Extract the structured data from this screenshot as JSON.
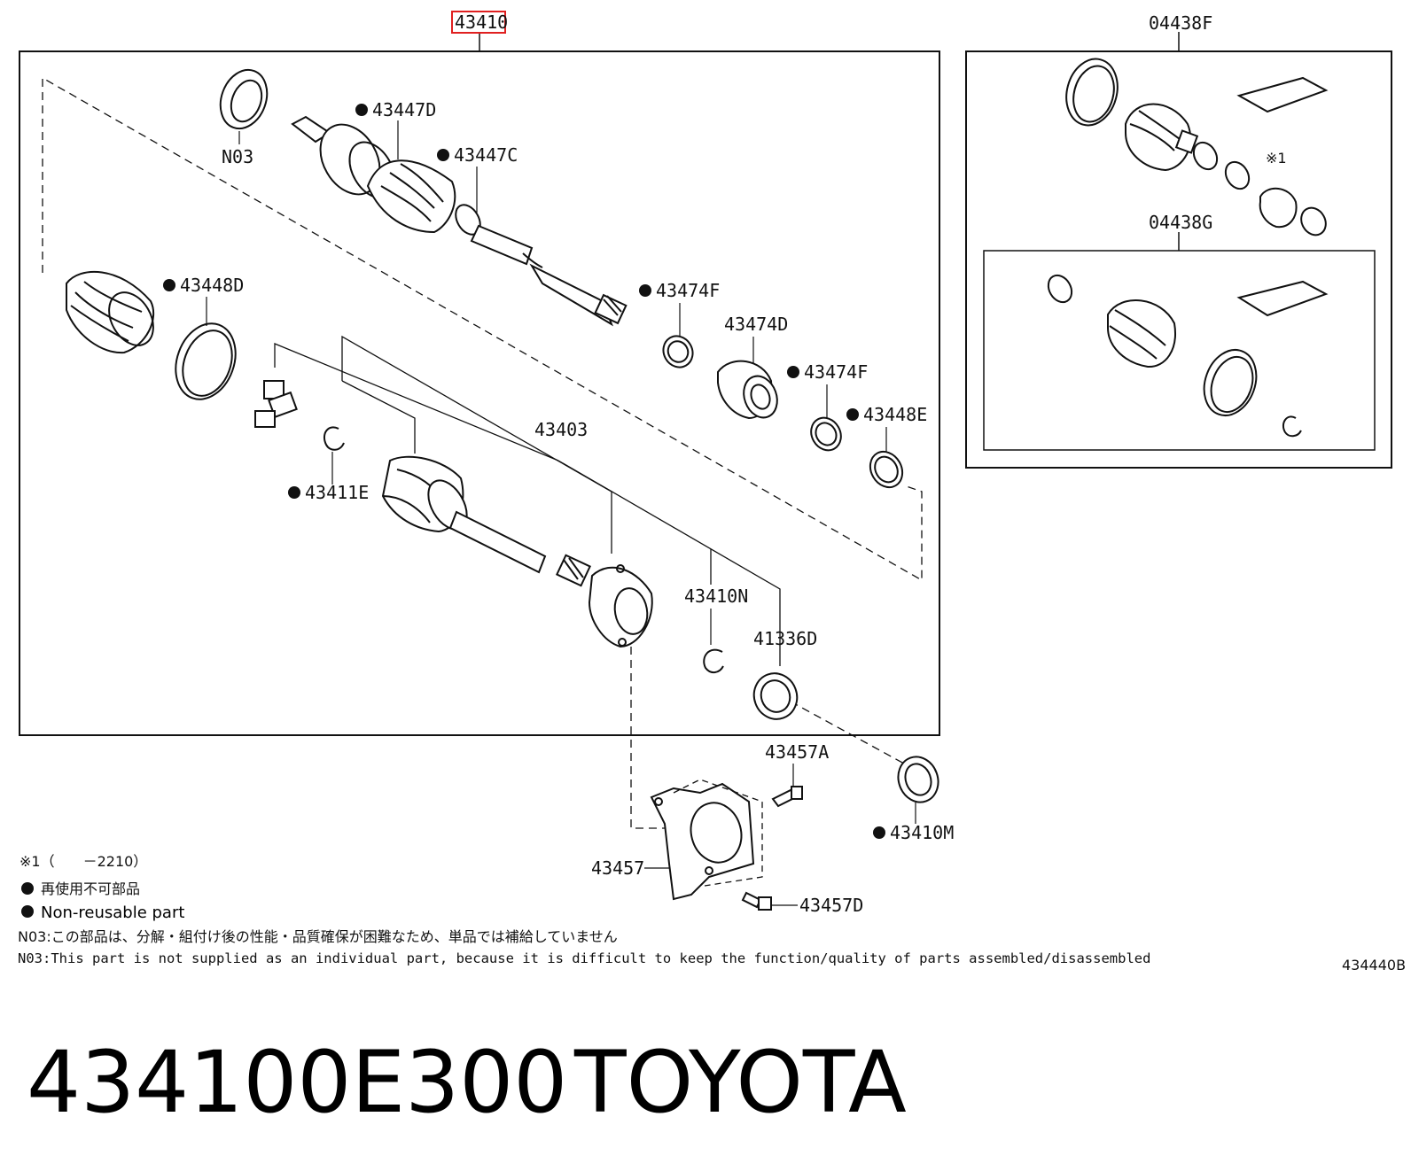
{
  "diagram": {
    "assembly_label": "43410",
    "kit_f_label": "04438F",
    "kit_g_label": "04438G",
    "figure_code": "434440B",
    "highlight_color": "#e02020",
    "part_labels": {
      "n03": "N03",
      "p43447D": "43447D",
      "p43447C": "43447C",
      "p43448D": "43448D",
      "p43474F_a": "43474F",
      "p43474D": "43474D",
      "p43474F_b": "43474F",
      "p43448E": "43448E",
      "p43403": "43403",
      "p43411E": "43411E",
      "p43410N": "43410N",
      "p41336D": "41336D",
      "p43457A": "43457A",
      "p43410M": "43410M",
      "p43457": "43457",
      "p43457D": "43457D",
      "note_mark": "※1"
    },
    "notes": {
      "range_mark": "※1（　　－2210）",
      "nonreusable_jp": "再使用不可部品",
      "nonreusable_en": "Non-reusable part",
      "n03_jp": "N03:この部品は、分解・組付け後の性能・品質確保が困難なため、単品では補給していません",
      "n03_en": "N03:This part is not supplied as an individual part, because it is difficult to keep the function/quality of parts assembled/disassembled"
    }
  },
  "caption": {
    "part_number": "434100E300",
    "brand": "TOYOTA"
  }
}
